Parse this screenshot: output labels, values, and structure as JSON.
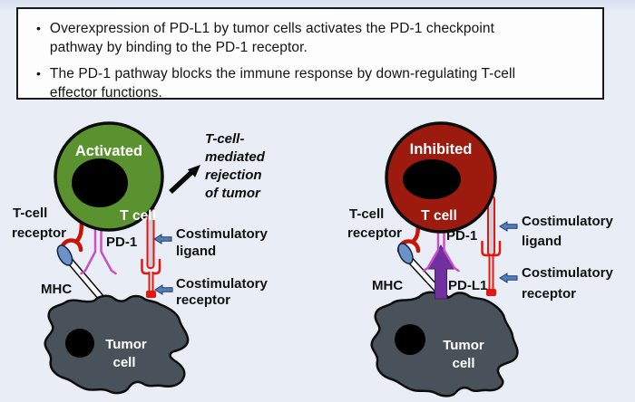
{
  "info_box": {
    "bullet_glyph": "•",
    "bullets": [
      {
        "line1": "Overexpression of PD-L1 by tumor cells activates the PD-1 checkpoint",
        "line2": "pathway by binding to the PD-1 receptor."
      },
      {
        "line1": "The PD-1 pathway blocks the immune response by down-regulating T-cell",
        "line2": "effector functions."
      }
    ]
  },
  "colors": {
    "background": "#E9EEF6",
    "activated_cell": "#59922F",
    "inhibited_cell": "#9C1B0E",
    "tumor_cell": "#49525A",
    "nucleus": "#000000",
    "tcr_red": "#C81405",
    "costim_red": "#E8150D",
    "costim_ligand_gray": "#C8CFDB",
    "pd1_magenta": "#C750C8",
    "pdl1_purple": "#7030A0",
    "mhc_tip_blue": "#6B93C8",
    "mhc_rod_white": "#F8F8F8",
    "pointer_blue": "#4F7FBC",
    "pointer_border": "#1F3864",
    "outline_black": "#0D0D0D"
  },
  "left_panel": {
    "state": "Activated",
    "cell": "T cell",
    "outcome_lines": [
      "T-cell-",
      "mediated",
      "rejection",
      "of tumor"
    ],
    "tcr_label": [
      "T-cell",
      "receptor"
    ],
    "mhc_label": "MHC",
    "pd1_label": "PD-1",
    "costim_ligand_label": [
      "Costimulatory",
      "ligand"
    ],
    "costim_receptor_label": [
      "Costimulatory",
      "receptor"
    ],
    "tumor_label": [
      "Tumor",
      "cell"
    ]
  },
  "right_panel": {
    "state": "Inhibited",
    "cell": "T cell",
    "tcr_label": [
      "T-cell",
      "receptor"
    ],
    "mhc_label": "MHC",
    "pd1_label": "PD-1",
    "pdl1_label": "PD-L1",
    "costim_ligand_label": [
      "Costimulatory",
      "ligand"
    ],
    "costim_receptor_label": [
      "Costimulatory",
      "receptor"
    ],
    "tumor_label": [
      "Tumor",
      "cell"
    ]
  }
}
